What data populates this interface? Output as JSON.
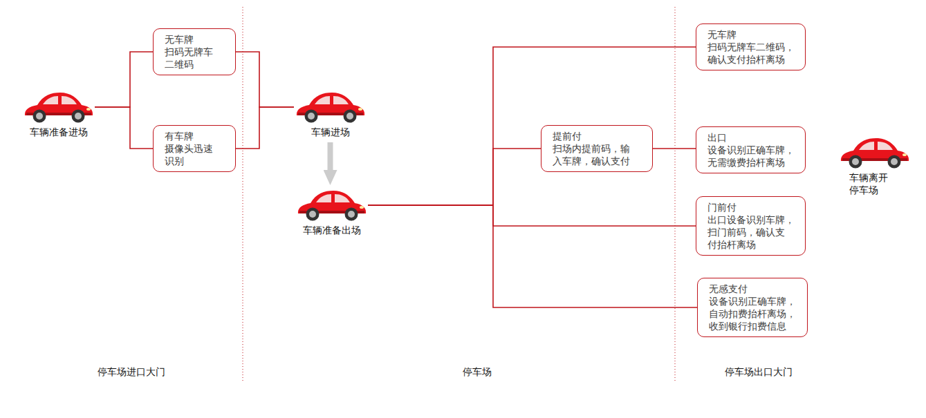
{
  "diagram": {
    "nodes": [
      {
        "text": [
          "车辆准备进场"
        ]
      },
      {
        "text": [
          "无车牌",
          "扫码无牌车 二维码"
        ]
      },
      {
        "text": [
          "有车牌",
          "摄像头迅速 识别"
        ]
      },
      {
        "text": [
          "车辆进场"
        ]
      },
      {
        "text": [
          "车辆准备出场"
        ]
      },
      {
        "text": [
          "提前付",
          "扫场内提前码，输 入车牌，确认支付"
        ]
      },
      {
        "text": [
          "无车牌",
          "扫码无牌车二维码， 确认支付抬杆离场"
        ]
      },
      {
        "text": [
          "出口",
          "设备识别正确车牌， 无需缴费抬杆离场"
        ]
      },
      {
        "text": [
          "门前付",
          "出口设备识别车牌， 扫门前码，确认支 付抬杆离场"
        ]
      },
      {
        "text": [
          "无感支付",
          "设备识别正确车牌， 自动扣费抬杆离场， 收到银行扣费信息"
        ]
      },
      {
        "text": [
          "车辆离开 停车场"
        ]
      }
    ],
    "edges": [
      {
        "from": 0,
        "to": 1,
        "arrow": "none"
      },
      {
        "from": 0,
        "to": 2,
        "arrow": "none"
      },
      {
        "from": 1,
        "to": 3,
        "arrow": "none"
      },
      {
        "from": 2,
        "to": 3,
        "arrow": "none"
      },
      {
        "from": 3,
        "to": 4,
        "arrow": "to"
      },
      {
        "from": 4,
        "to": 6,
        "arrow": "none"
      },
      {
        "from": 4,
        "to": 5,
        "arrow": "none"
      },
      {
        "from": 4,
        "to": 8,
        "arrow": "none"
      },
      {
        "from": 4,
        "to": 9,
        "arrow": "none"
      },
      {
        "from": 5,
        "to": 7,
        "arrow": "none"
      }
    ],
    "labels": [
      "停车场进口大门",
      "停车场",
      "停车场出口大门"
    ]
  }
}
